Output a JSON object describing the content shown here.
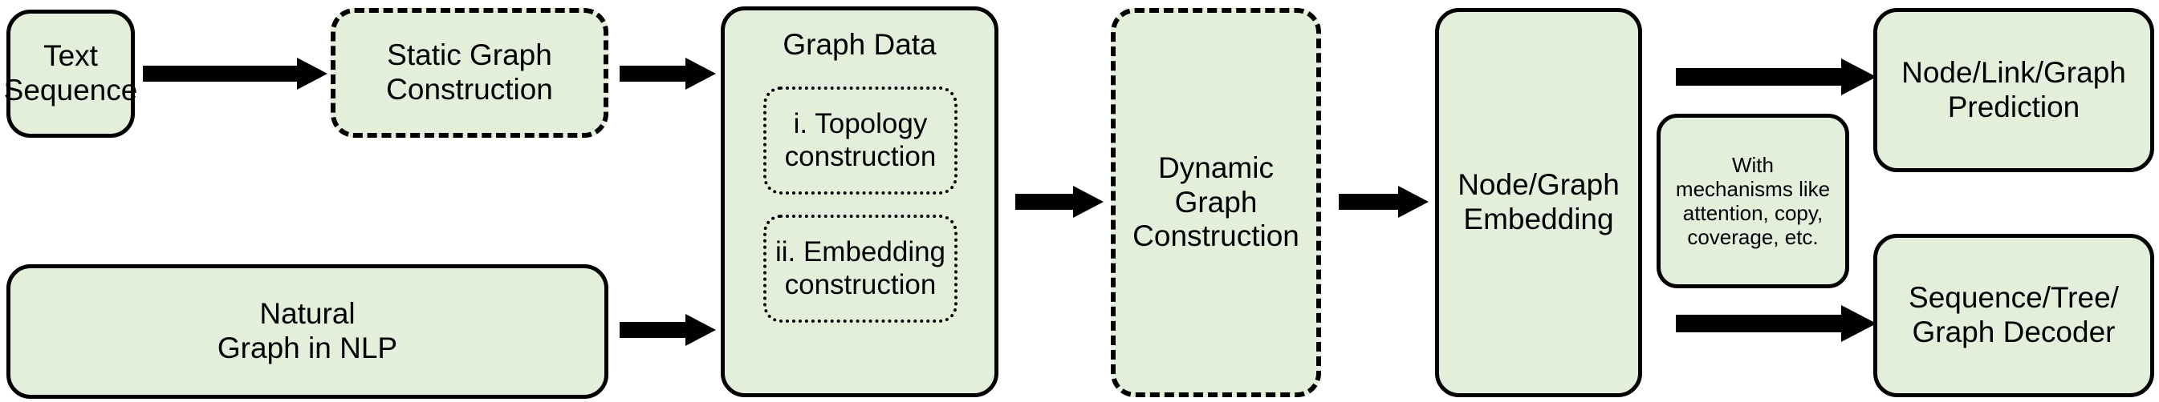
{
  "diagram": {
    "title": "Graph Neural Network pipeline for NLP",
    "colors": {
      "node_fill": "#e3efda",
      "node_border": "#000000",
      "arrow": "#000000",
      "background": "#ffffff",
      "text": "#000000"
    }
  },
  "nodes": {
    "text_sequence": {
      "label": "Text\nSequence",
      "border_style": "solid"
    },
    "static_graph_construction": {
      "label": "Static Graph\nConstruction",
      "border_style": "dashed"
    },
    "graph_data": {
      "label": "Graph Data",
      "border_style": "solid",
      "subnodes": [
        {
          "label": "i. Topology\nconstruction",
          "border_style": "dotted"
        },
        {
          "label": "ii. Embedding\nconstruction",
          "border_style": "dotted"
        }
      ]
    },
    "natural_graph_in_nlp": {
      "label": "Natural\nGraph in NLP",
      "border_style": "solid"
    },
    "dynamic_graph_construction": {
      "label": "Dynamic\nGraph\nConstruction",
      "border_style": "dashed"
    },
    "node_graph_embedding": {
      "label": "Node/Graph\nEmbedding",
      "border_style": "solid"
    },
    "mechanisms": {
      "label": "With\nmechanisms like\nattention, copy,\ncoverage, etc.",
      "border_style": "solid"
    },
    "node_link_graph_prediction": {
      "label": "Node/Link/Graph\nPrediction",
      "border_style": "solid"
    },
    "sequence_tree_graph_decoder": {
      "label": "Sequence/Tree/\nGraph Decoder",
      "border_style": "solid"
    }
  },
  "arrows": [
    {
      "name": "text-sequence-to-static-graph-construction",
      "direction": "right"
    },
    {
      "name": "static-graph-construction-to-graph-data",
      "direction": "right"
    },
    {
      "name": "natural-graph-to-graph-data",
      "direction": "right"
    },
    {
      "name": "graph-data-to-dynamic-graph-construction",
      "direction": "right"
    },
    {
      "name": "dynamic-graph-construction-to-node-graph-embedding",
      "direction": "right"
    },
    {
      "name": "embedding-to-prediction",
      "direction": "right"
    },
    {
      "name": "embedding-to-decoder",
      "direction": "right"
    }
  ]
}
